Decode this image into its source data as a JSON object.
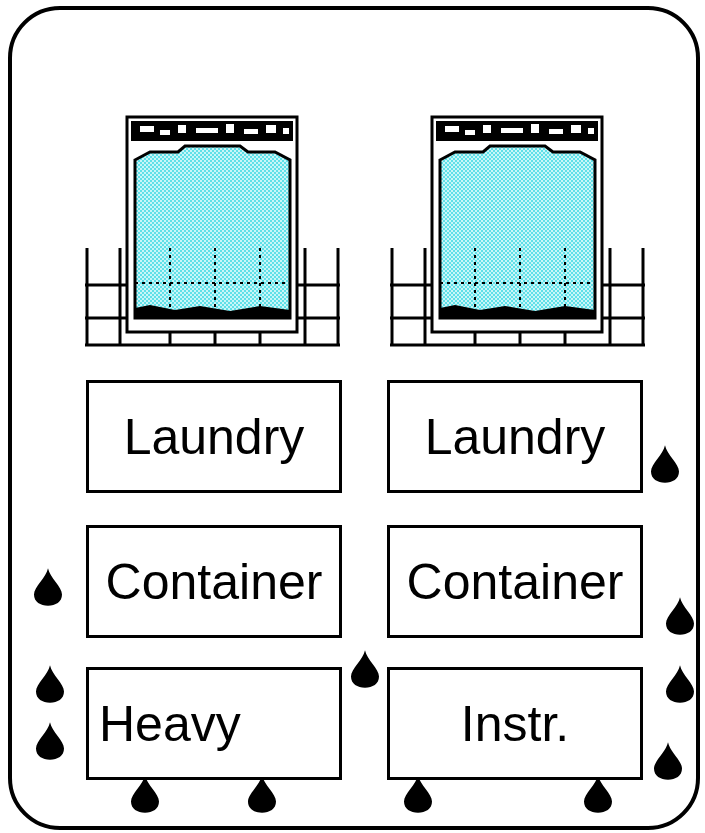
{
  "diagram": {
    "nodes": [
      {
        "text": [
          "Laundry"
        ]
      },
      {
        "text": [
          "Laundry"
        ]
      },
      {
        "text": [
          "Container"
        ]
      },
      {
        "text": [
          "Container"
        ]
      },
      {
        "text": [
          "Heavy"
        ]
      },
      {
        "text": [
          "Instr."
        ]
      }
    ]
  }
}
